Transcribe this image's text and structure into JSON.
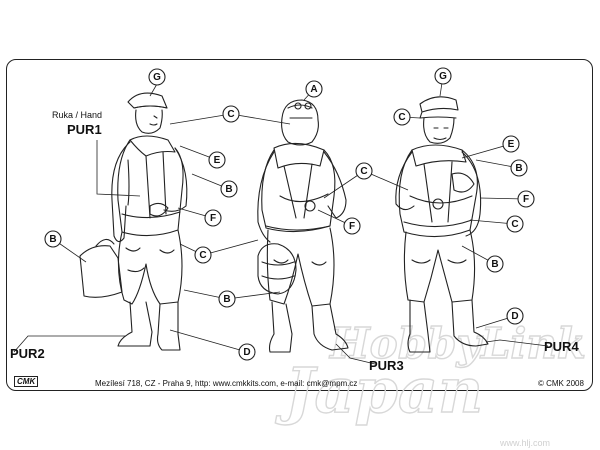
{
  "labels": {
    "hand_caption": "Ruka / Hand",
    "pur1": "PUR1",
    "pur2": "PUR2",
    "pur3": "PUR3",
    "pur4": "PUR4"
  },
  "callouts": [
    {
      "id": "g1",
      "letter": "G"
    },
    {
      "id": "c1",
      "letter": "C"
    },
    {
      "id": "e1",
      "letter": "E"
    },
    {
      "id": "b1",
      "letter": "B"
    },
    {
      "id": "f1",
      "letter": "F"
    },
    {
      "id": "b2",
      "letter": "B"
    },
    {
      "id": "c2",
      "letter": "C"
    },
    {
      "id": "b3",
      "letter": "B"
    },
    {
      "id": "d1",
      "letter": "D"
    },
    {
      "id": "a1",
      "letter": "A"
    },
    {
      "id": "c3",
      "letter": "C"
    },
    {
      "id": "f2",
      "letter": "F"
    },
    {
      "id": "g2",
      "letter": "G"
    },
    {
      "id": "c4",
      "letter": "C"
    },
    {
      "id": "e2",
      "letter": "E"
    },
    {
      "id": "b4",
      "letter": "B"
    },
    {
      "id": "f3",
      "letter": "F"
    },
    {
      "id": "c5",
      "letter": "C"
    },
    {
      "id": "b5",
      "letter": "B"
    },
    {
      "id": "d2",
      "letter": "D"
    }
  ],
  "footer": {
    "logo": "CMK",
    "address": "Mezílesí 718, CZ - Praha 9,  http: www.cmkkits.com, e-mail: cmk@mpm.cz",
    "copyright": "© CMK 2008"
  },
  "watermark": {
    "line1": "HobbyLink",
    "line2": "Japan",
    "url": "www.hlj.com"
  },
  "colors": {
    "line": "#222222",
    "watermark": "#d8d8d8",
    "background": "#ffffff"
  }
}
